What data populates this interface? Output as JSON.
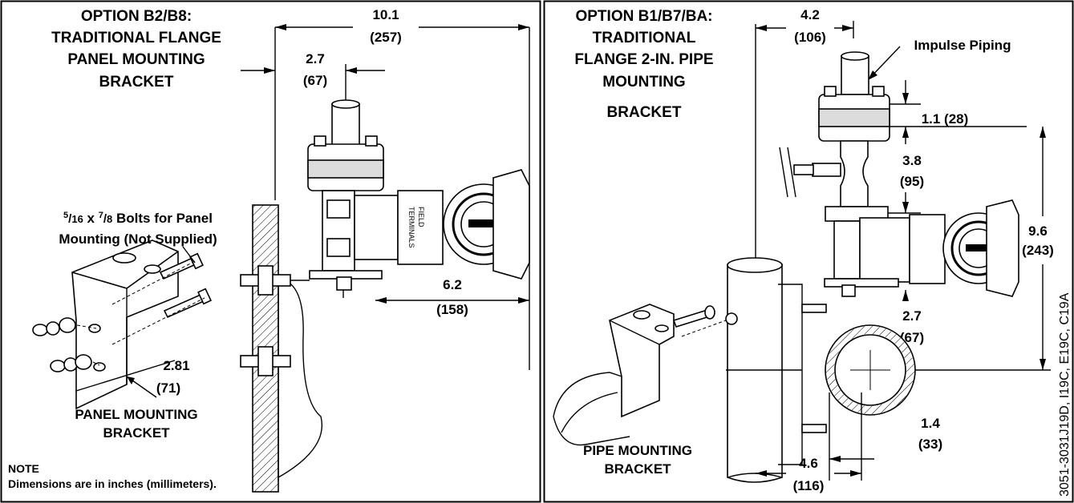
{
  "left_panel": {
    "title": [
      "OPTION B2/B8:",
      "TRADITIONAL FLANGE",
      "PANEL MOUNTING",
      "BRACKET"
    ],
    "dim_overall": {
      "value": "10.1",
      "mm": "(257)"
    },
    "dim_offset": {
      "value": "2.7",
      "mm": "(67)"
    },
    "dim_depth": {
      "value": "6.2",
      "mm": "(158)"
    },
    "dim_bracket": {
      "value": "2.81",
      "mm": "(71)"
    },
    "bolts_label": [
      "⁵/16 x ⁷/8 Bolts for Panel",
      "Mounting (Not Supplied)"
    ],
    "bolts_label_parts": {
      "n1": "5",
      "d1": "16",
      "n2": "7",
      "d2": "8",
      "rest_line1": " Bolts for Panel",
      "line2": "Mounting (Not Supplied)"
    },
    "bracket_label": [
      "PANEL MOUNTING",
      "BRACKET"
    ],
    "note_heading": "NOTE",
    "note_text": "Dimensions are in inches (millimeters)."
  },
  "right_panel": {
    "title": [
      "OPTION B1/B7/BA:",
      "TRADITIONAL",
      "FLANGE 2-IN. PIPE",
      "MOUNTING",
      "BRACKET"
    ],
    "impulse_label": "Impulse Piping",
    "dim_width": {
      "value": "4.2",
      "mm": "(106)"
    },
    "dim_flange": {
      "value": "1.1 (28)"
    },
    "dim_middle": {
      "value": "3.8",
      "mm": "(95)"
    },
    "dim_height": {
      "value": "9.6",
      "mm": "(243)"
    },
    "dim_lower": {
      "value": "2.7",
      "mm": "(67)"
    },
    "dim_pipe_offset": {
      "value": "1.4",
      "mm": "(33)"
    },
    "dim_bottom": {
      "value": "4.6",
      "mm": "(116)"
    },
    "bracket_label": [
      "PIPE MOUNTING",
      "BRACKET"
    ]
  },
  "figure_id": "3051-3031J19D, I19C, E19C, C19A",
  "housing_text": {
    "field": "FIELD",
    "terminals": "TERMINALS"
  }
}
